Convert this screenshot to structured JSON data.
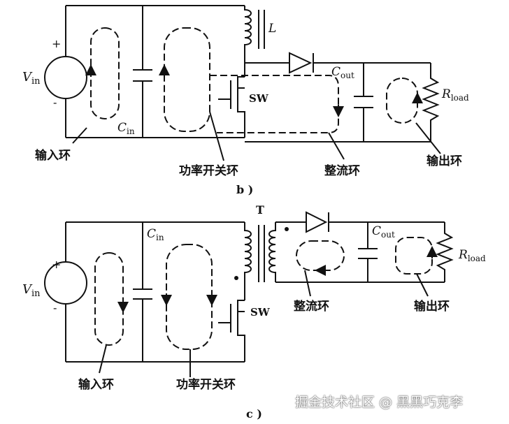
{
  "diagram_b": {
    "vin_label": "V",
    "vin_sub": "in",
    "plus": "+",
    "minus": "-",
    "cin_label": "C",
    "cin_sub": "in",
    "inductor_label": "L",
    "sw_label": "SW",
    "cout_label": "C",
    "cout_sub": "out",
    "rload_label": "R",
    "rload_sub": "load",
    "loop_input": "输入环",
    "loop_power_switch": "功率开关环",
    "loop_rectifier": "整流环",
    "loop_output": "输出环",
    "caption": "b )"
  },
  "diagram_c": {
    "vin_label": "V",
    "vin_sub": "in",
    "plus": "+",
    "minus": "-",
    "cin_label": "C",
    "cin_sub": "in",
    "transformer_label": "T",
    "sw_label": "SW",
    "cout_label": "C",
    "cout_sub": "out",
    "rload_label": "R",
    "rload_sub": "load",
    "loop_rectifier": "整流环",
    "loop_output": "输出环",
    "loop_input": "输入环",
    "loop_power_switch": "功率开关环",
    "caption": "c )"
  },
  "watermark": "掘金技术社区 @ 黑黑巧克李"
}
